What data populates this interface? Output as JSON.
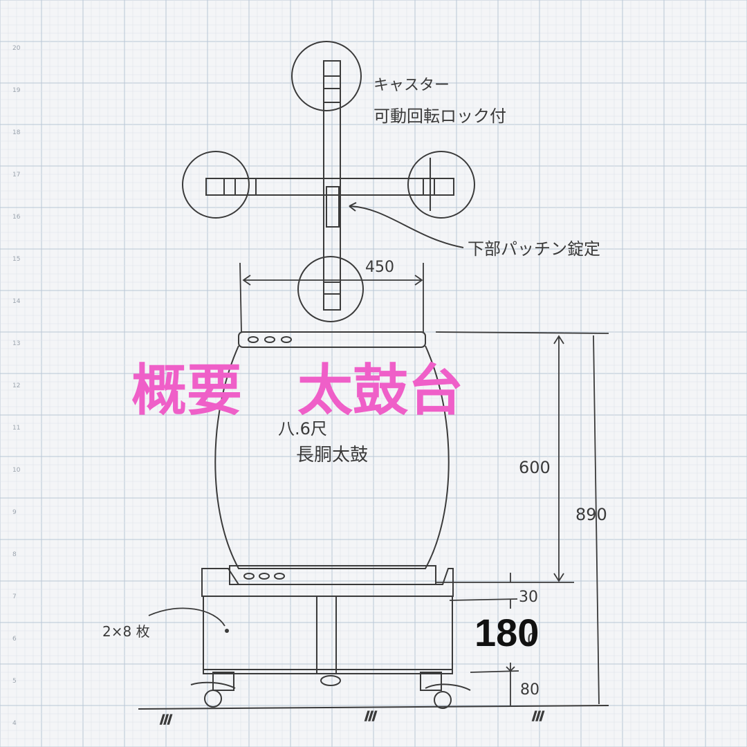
{
  "title": {
    "text": "概要　太鼓台",
    "color": "#ef5fc8"
  },
  "overlay_number": {
    "text": "180",
    "color": "#111111"
  },
  "notes": {
    "caster_line1": "キャスター",
    "caster_line2": "可動回転ロック付",
    "latch": "下部パッチン錠定",
    "drum_line1": "八.6尺",
    "drum_line2": "長胴太鼓",
    "boards": "2×8 枚"
  },
  "dimensions": {
    "width": "450",
    "drum_height": "600",
    "total_height": "890",
    "gap": "30",
    "base_hidden": "0",
    "caster_height": "80"
  },
  "ruler_ticks": [
    "20",
    "19",
    "18",
    "17",
    "16",
    "15",
    "14",
    "13",
    "12",
    "11",
    "10",
    "9",
    "8",
    "7",
    "6",
    "5",
    "4"
  ],
  "colors": {
    "paper": "#f4f5f7",
    "grid_minor": "#dde3ea",
    "grid_major": "#b9c6d6",
    "ink": "#3a3a3a"
  }
}
